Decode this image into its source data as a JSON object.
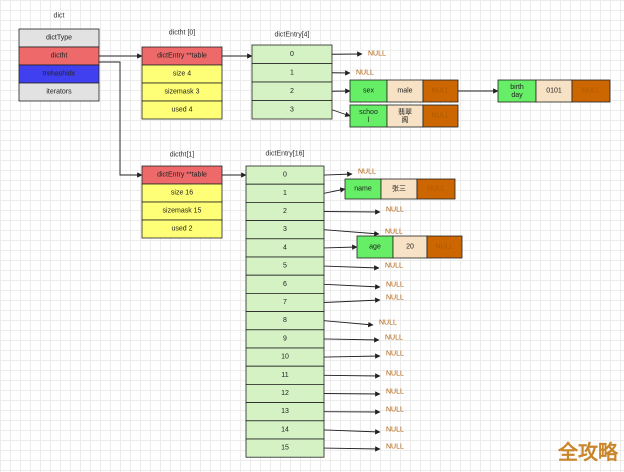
{
  "dict": {
    "title": "dict",
    "fields": [
      "dictType",
      "dictht",
      "trehashidx",
      "iterators"
    ]
  },
  "ht0": {
    "title": "dictht [0]",
    "fields": [
      "dictEntry **table",
      "size  4",
      "sizemask  3",
      "used  4"
    ]
  },
  "ht1": {
    "title": "dictht[1]",
    "fields": [
      "dictEntry **table",
      "size 16",
      "sizemask  15",
      "used  2"
    ]
  },
  "table0": {
    "title": "dictEntry[4]",
    "slots": [
      "0",
      "1",
      "2",
      "3"
    ]
  },
  "table1": {
    "title": "dictEntry[16]",
    "slots": [
      "0",
      "1",
      "2",
      "3",
      "4",
      "5",
      "6",
      "7",
      "8",
      "9",
      "10",
      "11",
      "12",
      "13",
      "14",
      "15"
    ]
  },
  "null_label": "NULL",
  "entries": {
    "sex": {
      "key": "sex",
      "value": "male",
      "next": "NULL"
    },
    "birthday": {
      "key": "birth\nday",
      "value": "0101",
      "next": "NULL"
    },
    "school": {
      "key": "schoo\nl",
      "value": "翡翠\n阁",
      "next": "NULL"
    },
    "name": {
      "key": "name",
      "value": "张三",
      "next": "NULL"
    },
    "age": {
      "key": "age",
      "value": "20",
      "next": "NULL"
    }
  },
  "watermark": "全攻略",
  "colors": {
    "grey": "#e2e2e2",
    "red": "#ee6a6a",
    "blue": "#4040f0",
    "yellow": "#ffff77",
    "light_green": "#d4f2c4",
    "green": "#66ee66",
    "beige": "#f8e2c6",
    "orange": "#cc6600",
    "null_text": "#b05a00"
  }
}
